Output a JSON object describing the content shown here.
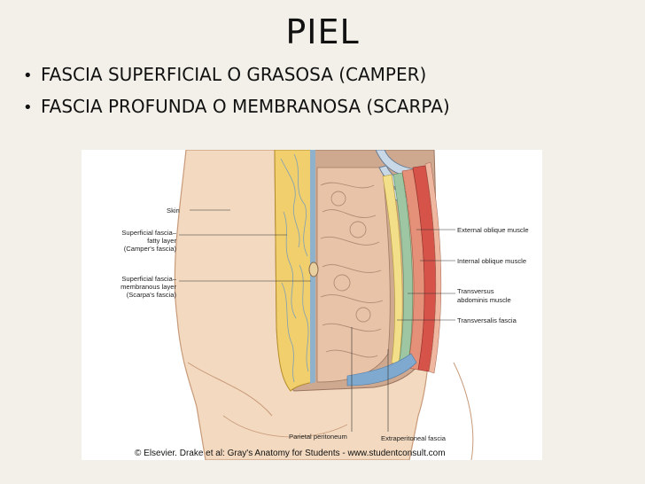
{
  "slide": {
    "title": "PIEL",
    "bullets": [
      "FASCIA SUPERFICIAL O GRASOSA (CAMPER)",
      "FASCIA PROFUNDA O MEMBRANOSA (SCARPA)"
    ]
  },
  "figure": {
    "labels": {
      "skin": "Skin",
      "camper_1": "Superficial fascia–",
      "camper_2": "fatty layer",
      "camper_3": "(Camper's fascia)",
      "scarpa_1": "Superficial fascia–",
      "scarpa_2": "membranous layer",
      "scarpa_3": "(Scarpa's fascia)",
      "external_oblique": "External oblique muscle",
      "internal_oblique": "Internal oblique muscle",
      "transversus_1": "Transversus",
      "transversus_2": "abdominis muscle",
      "transversalis": "Transversalis fascia",
      "parietal_peritoneum": "Parietal peritoneum",
      "extraperitoneal": "Extraperitoneal fascia"
    },
    "credit": "© Elsevier. Drake et al: Gray's Anatomy for Students - www.studentconsult.com"
  }
}
